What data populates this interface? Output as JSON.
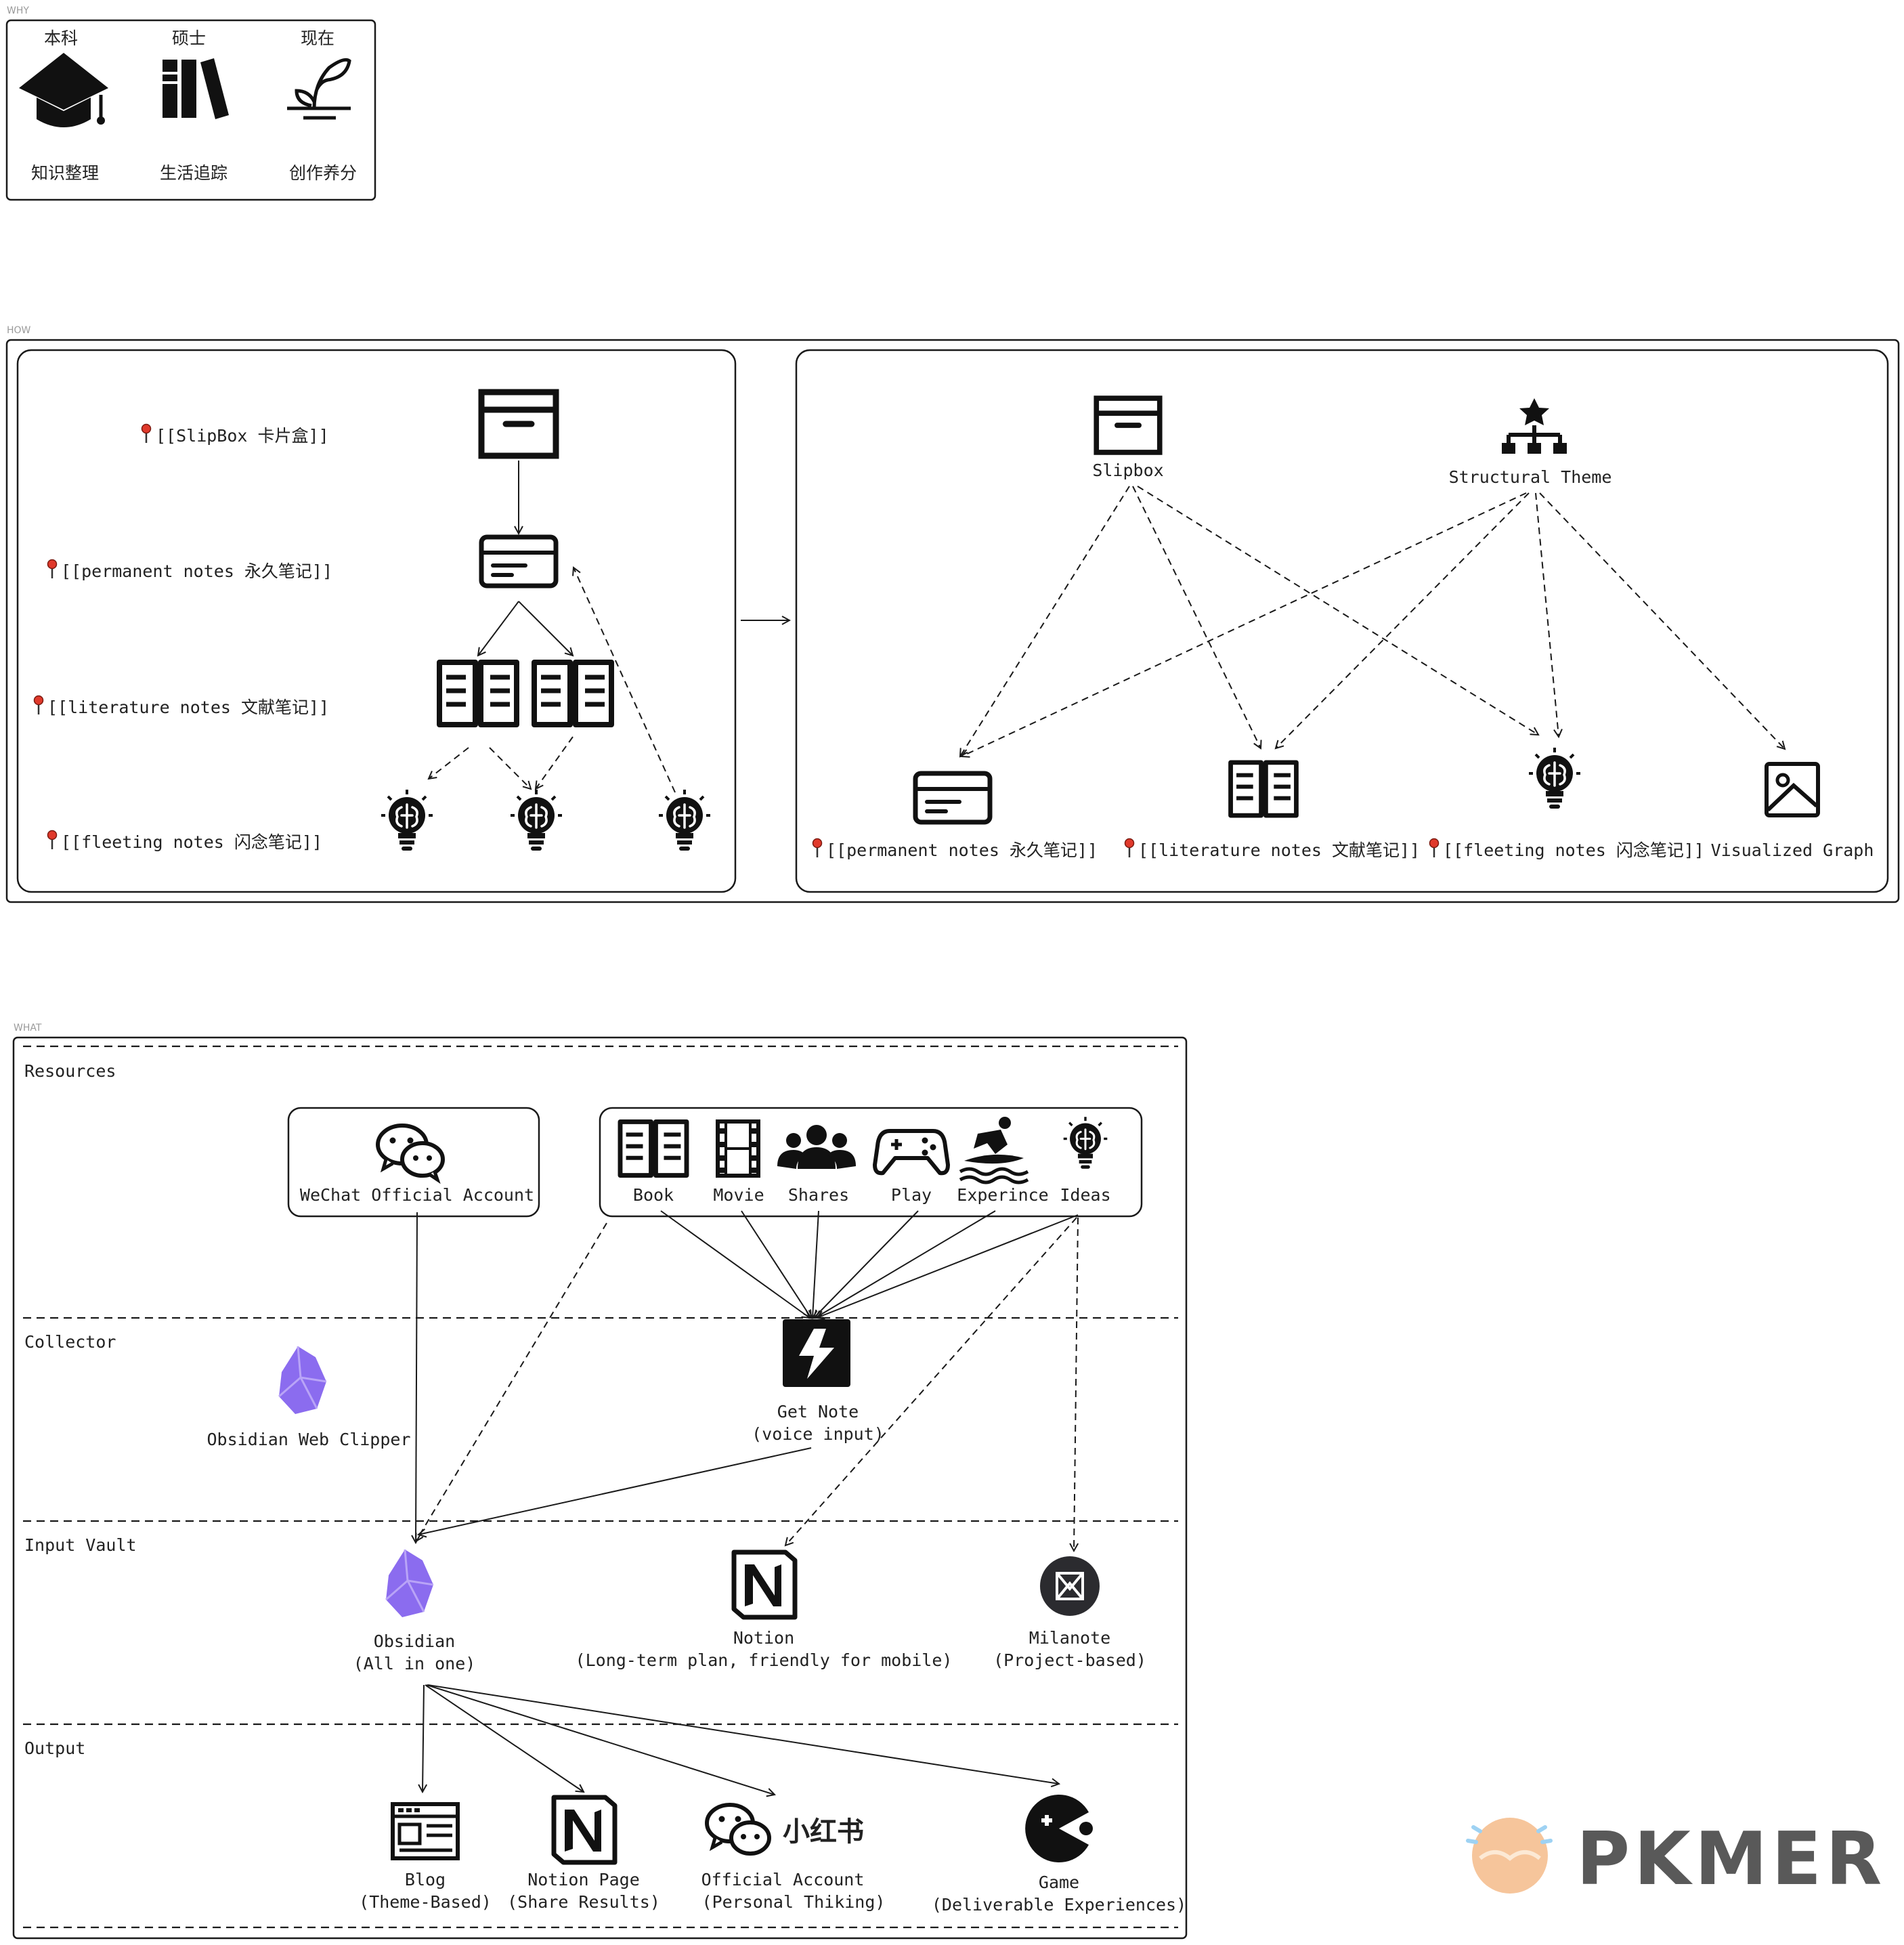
{
  "sections": {
    "why": "WHY",
    "how": "HOW",
    "what": "WHAT"
  },
  "why": {
    "columns": [
      {
        "top": "本科",
        "bottom": "知识整理",
        "icon": "graduation-cap-icon"
      },
      {
        "top": "硕士",
        "bottom": "生活追踪",
        "icon": "books-icon"
      },
      {
        "top": "现在",
        "bottom": "创作养分",
        "icon": "sprout-icon"
      }
    ]
  },
  "how": {
    "left_labels": {
      "slipbox": "[[SlipBox 卡片盒]]",
      "permanent": "[[permanent notes 永久笔记]]",
      "literature": "[[literature notes 文献笔记]]",
      "fleeting": "[[fleeting notes 闪念笔记]]"
    },
    "right": {
      "slipbox": "Slipbox",
      "structural": "Structural Theme",
      "permanent": "[[permanent notes 永久笔记]]",
      "literature": "[[literature notes 文献笔记]]",
      "fleeting": "[[fleeting notes 闪念笔记]]",
      "graph": "Visualized Graph"
    }
  },
  "what": {
    "lanes": [
      "Resources",
      "Collector",
      "Input Vault",
      "Output"
    ],
    "wechat": "WeChat Official Account",
    "resources": [
      "Book",
      "Movie",
      "Shares",
      "Play",
      "Experince",
      "Ideas"
    ],
    "clipper": "Obsidian Web Clipper",
    "getnote": {
      "line1": "Get Note",
      "line2": "(voice input)"
    },
    "obsidian": {
      "line1": "Obsidian",
      "line2": "(All in one)"
    },
    "notion": {
      "line1": "Notion",
      "line2": "(Long-term plan, friendly for mobile)"
    },
    "milanote": {
      "line1": "Milanote",
      "line2": "(Project-based)"
    },
    "blog": {
      "line1": "Blog",
      "line2": "(Theme-Based)"
    },
    "notion_page": {
      "line1": "Notion Page",
      "line2": "(Share Results)"
    },
    "official": {
      "line1": "Official Account",
      "line2": "(Personal Thiking)"
    },
    "xhs": "小红书",
    "game": {
      "line1": "Game",
      "line2": "(Deliverable Experiences)"
    }
  },
  "watermark": "PKMER",
  "colors": {
    "obsidian_purple": "#8b6cef",
    "pin_red": "#e0392b",
    "pkmer_blue": "#7ec4f0",
    "pkmer_orange": "#f3b27a"
  }
}
